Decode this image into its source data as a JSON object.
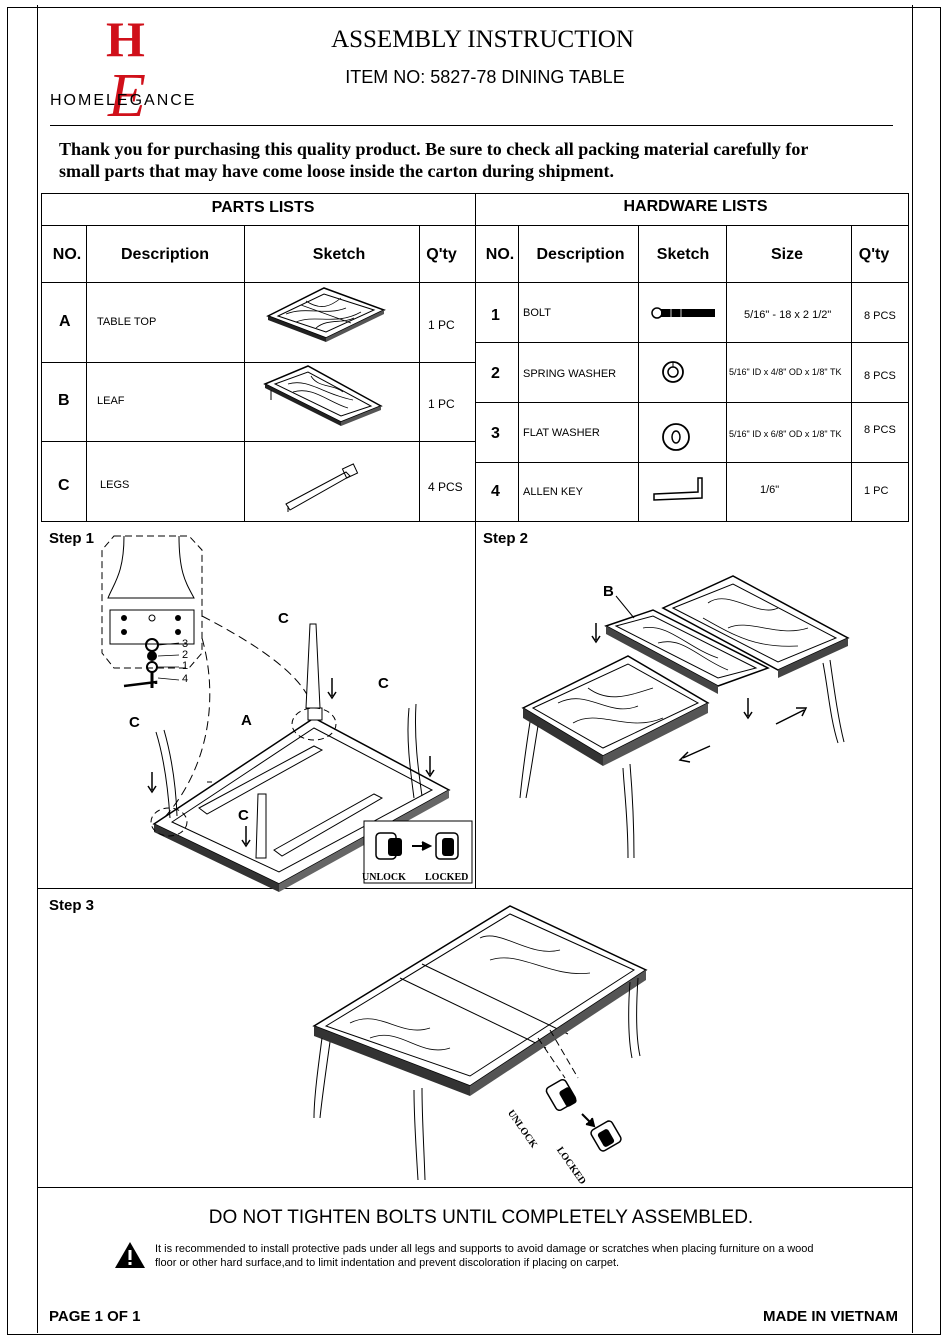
{
  "logo": {
    "top_letter": "H",
    "bottom_letter": "E",
    "text": "HOMELEGANCE"
  },
  "header": {
    "title": "ASSEMBLY INSTRUCTION",
    "item": "ITEM NO: 5827-78 DINING TABLE"
  },
  "intro": {
    "line1": "Thank you for purchasing this quality product. Be sure to check all packing material carefully for",
    "line2": "small parts that may have come loose inside the carton during shipment."
  },
  "parts": {
    "title": "PARTS LISTS",
    "headers": [
      "NO.",
      "Description",
      "Sketch",
      "Q'ty"
    ],
    "rows": [
      {
        "no": "A",
        "desc": "TABLE TOP",
        "qty": "1 PC"
      },
      {
        "no": "B",
        "desc": "LEAF",
        "qty": "1 PC"
      },
      {
        "no": "C",
        "desc": "LEGS",
        "qty": "4 PCS"
      }
    ]
  },
  "hardware": {
    "title": "HARDWARE LISTS",
    "headers": [
      "NO.",
      "Description",
      "Sketch",
      "Size",
      "Q'ty"
    ],
    "rows": [
      {
        "no": "1",
        "desc": "BOLT",
        "size": "5/16\" - 18 x 2 1/2\"",
        "qty": "8 PCS"
      },
      {
        "no": "2",
        "desc": "SPRING WASHER",
        "size": "5/16\" ID x 4/8\" OD x 1/8\" TK",
        "qty": "8 PCS"
      },
      {
        "no": "3",
        "desc": "FLAT WASHER",
        "size": "5/16\" ID x 6/8\" OD x 1/8\" TK",
        "qty": "8 PCS"
      },
      {
        "no": "4",
        "desc": "ALLEN KEY",
        "size": "1/6\"",
        "qty": "1 PC"
      }
    ]
  },
  "steps": {
    "step1": {
      "label": "Step 1",
      "callouts": [
        "C",
        "C",
        "C",
        "A",
        "C"
      ],
      "detail_numbers": [
        "3",
        "2",
        "1",
        "4"
      ],
      "unlock": "UNLOCK",
      "locked": "LOCKED"
    },
    "step2": {
      "label": "Step 2",
      "callout": "B"
    },
    "step3": {
      "label": "Step 3",
      "unlock": "UNLOCK",
      "locked": "LOCKED"
    }
  },
  "warning": {
    "main": "DO NOT TIGHTEN BOLTS UNTIL COMPLETELY ASSEMBLED.",
    "note_line1": "It is recommended to install protective pads under all legs and supports to avoid damage or scratches when placing furniture on a wood",
    "note_line2": "floor or other hard surface,and to limit indentation and prevent discoloration if placing on carpet."
  },
  "footer": {
    "page": "PAGE 1 OF 1",
    "origin": "MADE IN VIETNAM"
  }
}
